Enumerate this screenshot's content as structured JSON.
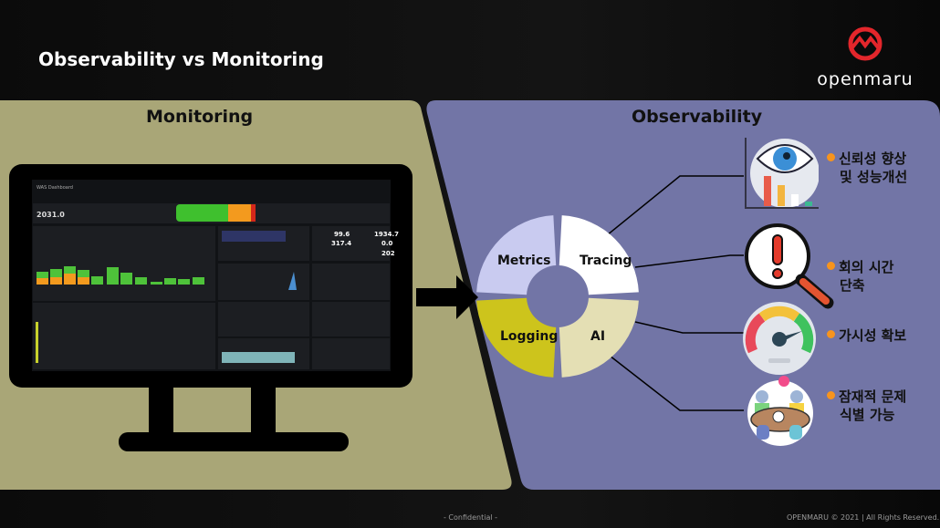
{
  "title": "Observability vs Monitoring",
  "logo": {
    "text": "openmaru",
    "color": "#e3262b"
  },
  "monitoring": {
    "title": "Monitoring",
    "panel_color": "#a9a677",
    "dashboard": {
      "title": "WAS Dashboard",
      "value_1": "2031.0",
      "stat_1": "99.6",
      "stat_2": "317.4",
      "stat_3": "1934.7",
      "stat_4": "0.0",
      "stat_5": "202"
    }
  },
  "observability": {
    "title": "Observability",
    "panel_color": "#7275a6",
    "segments": [
      {
        "label": "Metrics",
        "color": "#c9cbf0"
      },
      {
        "label": "Tracing",
        "color": "#ffffff"
      },
      {
        "label": "Logging",
        "color": "#cdc41c"
      },
      {
        "label": "AI",
        "color": "#e4dfb4"
      }
    ],
    "benefits": [
      {
        "line1": "신뢰성 향상",
        "line2": "및 성능개선",
        "icon": "eye-bar-chart-icon"
      },
      {
        "line1": "회의 시간",
        "line2": "단축",
        "icon": "magnifier-alert-icon"
      },
      {
        "line1": "가시성 확보",
        "line2": "",
        "icon": "gauge-icon"
      },
      {
        "line1": "잠재적 문제",
        "line2": "식별 가능",
        "icon": "meeting-icon"
      }
    ],
    "bullet_color": "#f7941d"
  },
  "footer": {
    "confidential": "- Confidential -",
    "copyright": "OPENMARU ©  2021 | All Rights Reserved."
  }
}
